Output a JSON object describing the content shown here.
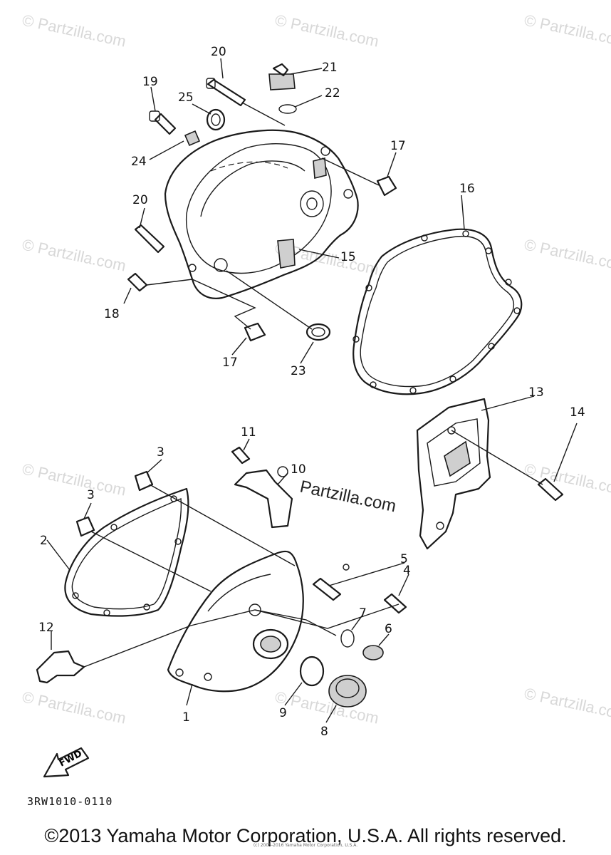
{
  "callouts": {
    "c1": "1",
    "c2": "2",
    "c3a": "3",
    "c3b": "3",
    "c4": "4",
    "c5": "5",
    "c6": "6",
    "c7": "7",
    "c8": "8",
    "c9": "9",
    "c10": "10",
    "c11": "11",
    "c12": "12",
    "c13": "13",
    "c14": "14",
    "c15": "15",
    "c16": "16",
    "c17a": "17",
    "c17b": "17",
    "c18": "18",
    "c19": "19",
    "c20a": "20",
    "c20b": "20",
    "c21": "21",
    "c22": "22",
    "c23": "23",
    "c24": "24",
    "c25": "25"
  },
  "watermark": "© Partzilla.com",
  "center_watermark": "Partzilla.com",
  "fwd_label": "FWD",
  "diagram_code": "3RW1010-0110",
  "copyright": "©2013 Yamaha Motor Corporation, U.S.A. All rights reserved.",
  "tiny_note": "(c) 2005-2016 Yamaha Motor Corporation, U.S.A."
}
